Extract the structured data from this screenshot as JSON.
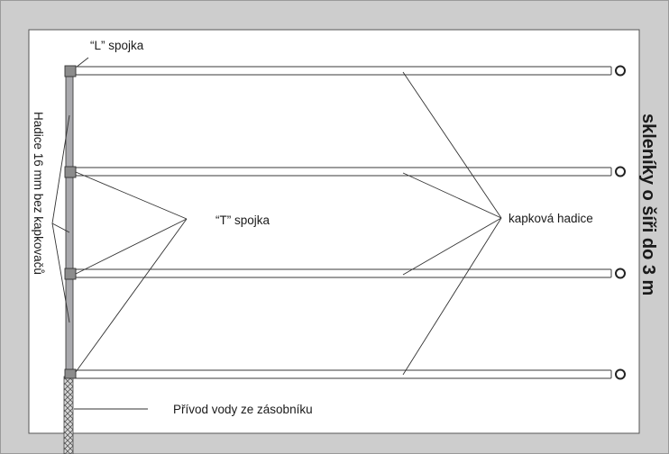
{
  "labels": {
    "l_connector": "“L” spojka",
    "t_connector": "“T” spojka",
    "main_hose": "Hadice 16 mm bez kapkovačů",
    "drip_hose": "kapková hadice",
    "water_supply": "Přívod vody ze zásobníku",
    "greenhouse_width": "skleníky o šíři do 3 m"
  },
  "colors": {
    "border_gray": "#c9c9c9",
    "outline": "#4a4a4a",
    "hose_fill": "#a9a9ad",
    "drip_fill": "#ffffff",
    "supply_fill": "#d2d2d2"
  },
  "drip_lines": 4
}
